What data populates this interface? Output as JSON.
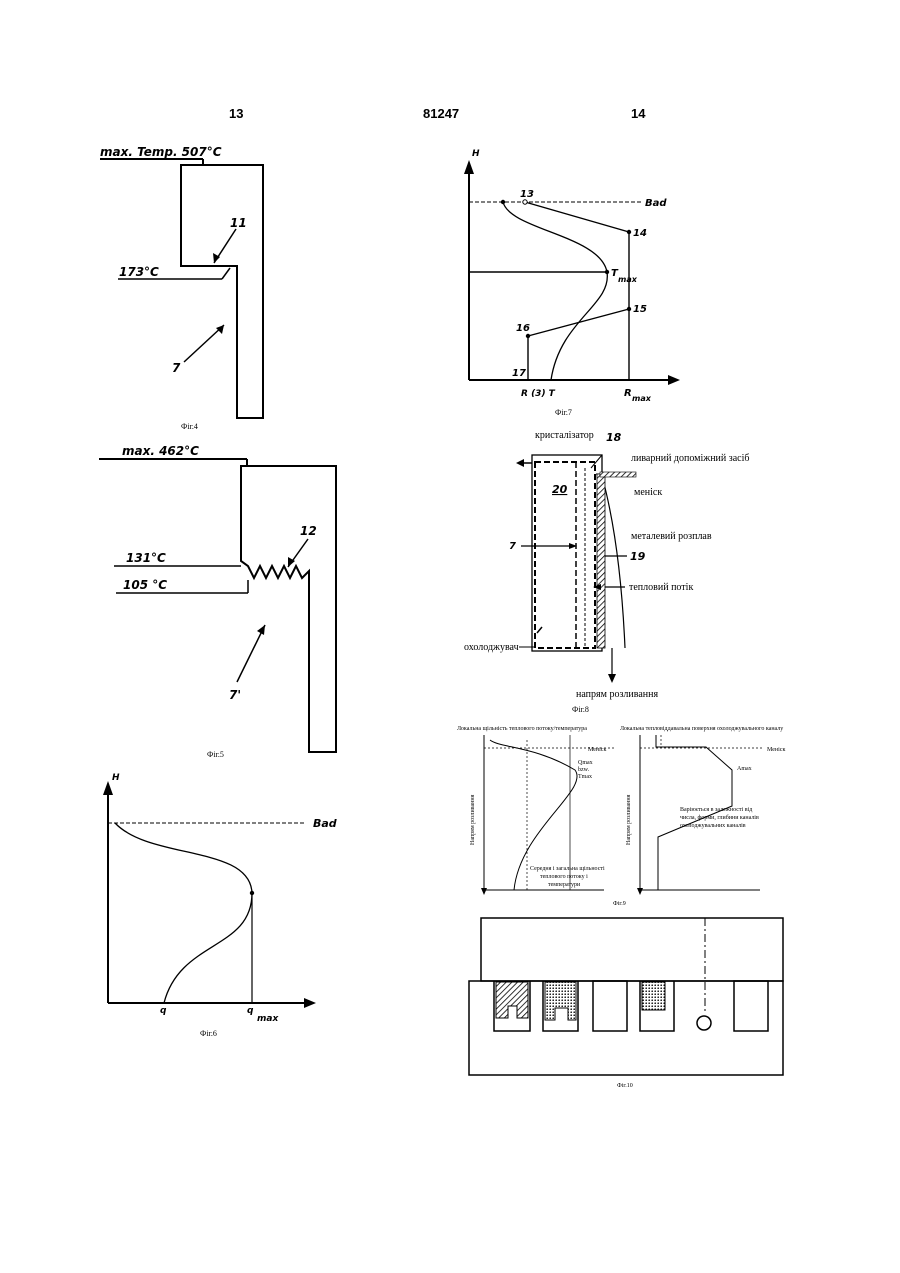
{
  "header": {
    "left_page": "13",
    "patent_no": "81247",
    "right_page": "14"
  },
  "fig4": {
    "temp_max": "max. Temp.  507°C",
    "temp_step": "173°C",
    "label_11": "11",
    "label_7": "7",
    "caption": "Фіг.4"
  },
  "fig5": {
    "temp_max": "max. 462°C",
    "temp_a": "131°C",
    "temp_b": "105 °C",
    "label_12": "12",
    "label_7p": "7'",
    "caption": "Фіг.5"
  },
  "fig6": {
    "y_axis": "H",
    "bad": "Bad",
    "x_q": "q",
    "x_qmax_q": "q",
    "x_qmax_sub": "max",
    "caption": "Фіг.6"
  },
  "fig7": {
    "y_axis": "H",
    "bad": "Bad",
    "p13": "13",
    "p14": "14",
    "tmax": "T",
    "tmax_sub": "max",
    "p15": "15",
    "p16": "16",
    "p17": "17",
    "x_r3t": "R (3) T",
    "x_rmax": "R",
    "x_rmax_sub": "max",
    "caption": "Фіг.7"
  },
  "fig8": {
    "crystallizer": "кристалізатор",
    "label_18": "18",
    "auxiliary": "ливарний допоміжний засіб",
    "label_20": "20",
    "meniscus": "меніск",
    "melt": "металевий розплав",
    "label_7": "7",
    "label_19": "19",
    "heat_flow": "тепловий потік",
    "coolant": "охолоджувач",
    "cast_dir": "напрям розливання",
    "caption": "Фіг.8"
  },
  "fig9": {
    "left_title": "Локальна щільність теплового потоку/температура",
    "right_title": "Локальна тепловіддавальна поверхня охолоджувального каналу",
    "meniscus_l": "Меніск",
    "meniscus_r": "Меніск",
    "qmax_1": "Qmax",
    "qmax_2": "bzw.",
    "qmax_3": "Tmax",
    "amax": "Amax",
    "vary_1": "Варіюється в залежності від",
    "vary_2": "числа, форми, глибини каналів",
    "vary_3": "охолоджувальних каналів",
    "avg_1": "Середня і загальна щільності",
    "avg_2": "теплового потоку і",
    "avg_3": "температури",
    "axis_l": "Напрям розливання",
    "axis_r": "Напрям розливання",
    "caption": "Фіг.9"
  },
  "fig10": {
    "caption": "Фіг.10"
  }
}
